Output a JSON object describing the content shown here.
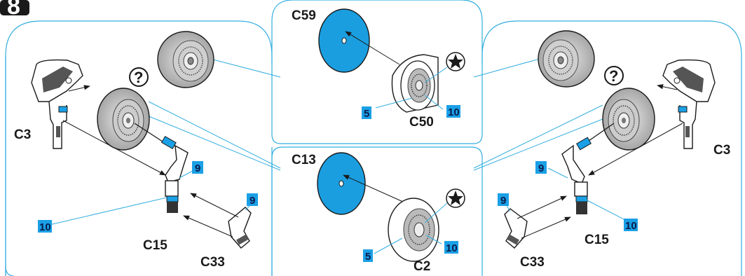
{
  "step_number": "8",
  "panels": {
    "left": {
      "labels": {
        "c3": "C3",
        "c15": "C15",
        "c33": "C33"
      },
      "badges": [
        "9",
        "10",
        "9"
      ],
      "question_mark": "?"
    },
    "top_center": {
      "labels": {
        "c59": "C59",
        "c50": "C50"
      },
      "badges": [
        "5",
        "10"
      ]
    },
    "bottom_center": {
      "labels": {
        "c13": "C13",
        "c2": "C2"
      },
      "badges": [
        "5",
        "10"
      ]
    },
    "right": {
      "labels": {
        "c3": "C3",
        "c15": "C15",
        "c33": "C33"
      },
      "badges": [
        "9",
        "9",
        "10"
      ],
      "question_mark": "?"
    }
  },
  "colors": {
    "frame": "#34aee0",
    "badge": "#1aa0e6",
    "disc_blue": "#1a9ee0",
    "disc_grey": "#b3b3b3"
  },
  "icons": [
    "star-icon",
    "question-icon",
    "step-badge"
  ]
}
